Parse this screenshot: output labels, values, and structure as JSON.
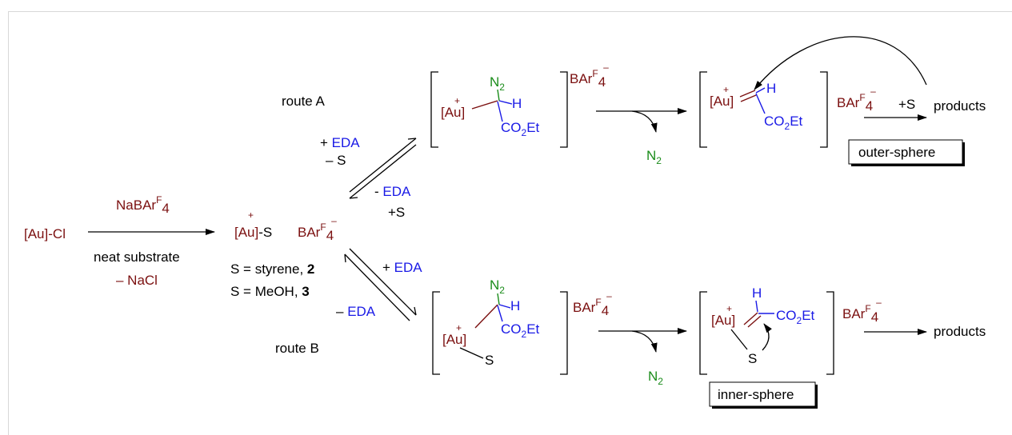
{
  "start": {
    "au": "[Au]",
    "cl": "-Cl"
  },
  "step1": {
    "reagent": "NaBAr",
    "reagent_sup": "F",
    "reagent_sub": "4",
    "condition": "neat substrate",
    "byproduct": "– NaCl"
  },
  "center": {
    "plus": "+",
    "au": "[Au]",
    "s": "-S",
    "anion": "BAr",
    "anion_sup": "F",
    "anion_sub": "4",
    "minus": "–",
    "def2_pre": "S = styrene, ",
    "def2_num": "2",
    "def3_pre": "S = MeOH, ",
    "def3_num": "3"
  },
  "routeA": {
    "label": "route A",
    "fwd_plus": "+ ",
    "fwd_eda": "EDA",
    "fwd_minus": "– S",
    "rev_minus": "- ",
    "rev_eda": "EDA",
    "rev_plus": "+S",
    "inter": {
      "plus": "+",
      "au": "[Au]",
      "n": "N",
      "n_sub": "2",
      "h": "H",
      "co": "CO",
      "co_sub": "2",
      "et": "Et"
    },
    "anion": "BAr",
    "anion_sup": "F",
    "anion_sub": "4",
    "anion_minus": "–",
    "n2": "N",
    "n2_sub": "2",
    "carbene": {
      "plus": "+",
      "au": "[Au]",
      "h": "H",
      "co": "CO",
      "co_sub": "2",
      "et": "Et"
    },
    "anion2": "BAr",
    "anion2_sup": "F",
    "anion2_sub": "4",
    "anion2_minus": "–",
    "plus_s": "+S",
    "products": "products",
    "mechanism": "outer-sphere"
  },
  "routeB": {
    "label": "route B",
    "fwd_plus": "+ ",
    "fwd_eda": "EDA",
    "rev_minus": "– ",
    "rev_eda": "EDA",
    "inter": {
      "plus": "+",
      "au": "[Au]",
      "n": "N",
      "n_sub": "2",
      "h": "H",
      "co": "CO",
      "co_sub": "2",
      "et": "Et",
      "s": "S"
    },
    "anion": "BAr",
    "anion_sup": "F",
    "anion_sub": "4",
    "anion_minus": "–",
    "n2": "N",
    "n2_sub": "2",
    "carbene": {
      "plus": "+",
      "au": "[Au]",
      "h": "H",
      "co": "CO",
      "co_sub": "2",
      "et": "Et",
      "s": "S"
    },
    "anion2": "BAr",
    "anion2_sup": "F",
    "anion2_sub": "4",
    "anion2_minus": "–",
    "products": "products",
    "mechanism": "inner-sphere"
  }
}
